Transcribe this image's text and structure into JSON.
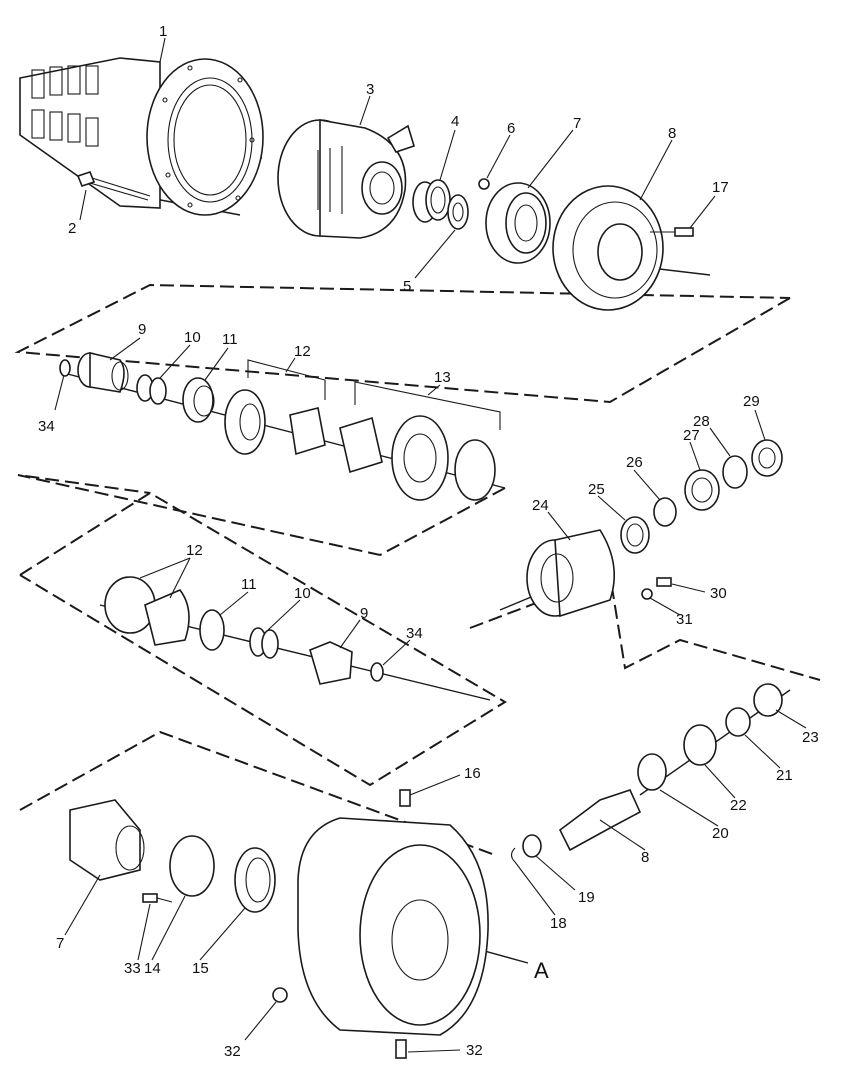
{
  "diagram": {
    "colors": {
      "line": "#1a1a1a",
      "background": "#ffffff"
    },
    "callouts": [
      "1",
      "2",
      "3",
      "4",
      "5",
      "6",
      "7",
      "8",
      "17",
      "9",
      "10",
      "11",
      "12",
      "13",
      "34",
      "24",
      "25",
      "26",
      "27",
      "28",
      "29",
      "30",
      "31",
      "12",
      "11",
      "10",
      "9",
      "34",
      "23",
      "21",
      "22",
      "20",
      "16",
      "8",
      "19",
      "18",
      "7",
      "33",
      "14",
      "15",
      "32",
      "32"
    ],
    "reference_label": "A"
  }
}
